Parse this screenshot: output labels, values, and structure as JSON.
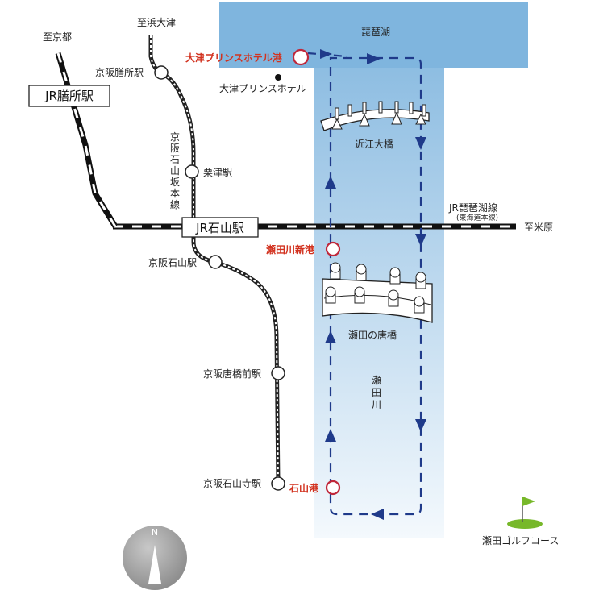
{
  "title": "",
  "colors": {
    "lake": "#7fb5de",
    "river_top": "#7fb5de",
    "river_bottom": "#f4f9fd",
    "route": "#1f3a8a",
    "port_ring": "#c0273a",
    "port_label": "#d2321f",
    "golf_green": "#77b82a"
  },
  "labels": {
    "to_kyoto": "至京都",
    "to_hamaotsu": "至浜大津",
    "to_maibara": "至米原",
    "lake_biwa": "琵琶湖",
    "omi_bridge": "近江大橋",
    "seta_karahashi": "瀬田の唐橋",
    "seta_river": [
      "瀬",
      "田",
      "川"
    ],
    "ishiyama_sakamoto_line": [
      "京",
      "阪",
      "石",
      "山",
      "坂",
      "本",
      "線"
    ],
    "jr_biwako_line": "JR琵琶湖線",
    "tokaido_main": "(東海道本線)",
    "prince_hotel": "大津プリンスホテル",
    "golf": "瀬田ゴルフコース",
    "compass_n": "N"
  },
  "stations": {
    "jr_zeze": "JR膳所駅",
    "jr_ishiyama": "JR石山駅",
    "keihan_zeze": "京阪膳所駅",
    "awazu": "粟津駅",
    "keihan_ishiyama": "京阪石山駅",
    "keihan_karahashimae": "京阪唐橋前駅",
    "keihan_ishiyamadera": "京阪石山寺駅"
  },
  "ports": {
    "otsu_prince": "大津プリンスホテル港",
    "setagawa_shin": "瀬田川新港",
    "ishiyama": "石山港"
  }
}
